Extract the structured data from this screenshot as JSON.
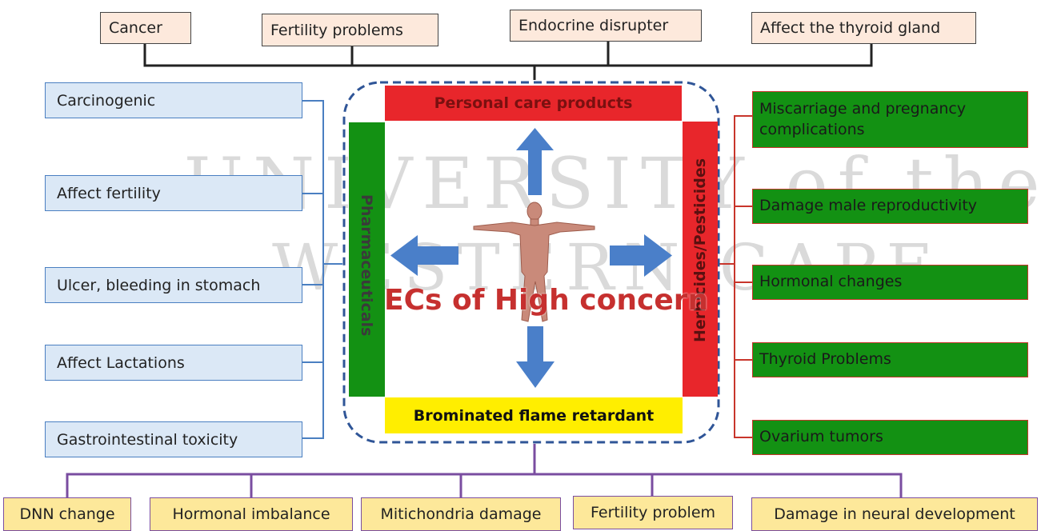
{
  "top_effects": [
    "Cancer",
    "Fertility problems",
    "Endocrine disrupter",
    "Affect the thyroid gland"
  ],
  "left_effects": [
    "Carcinogenic",
    "Affect fertility",
    "Ulcer, bleeding in stomach",
    "Affect Lactations",
    "Gastrointestinal toxicity"
  ],
  "right_effects": [
    "Miscarriage and pregnancy complications",
    "Damage male reproductivity",
    "Hormonal changes",
    "Thyroid Problems",
    "Ovarium tumors"
  ],
  "bottom_effects": [
    "DNN change",
    "Hormonal imbalance",
    "Mitichondria damage",
    "Fertility problem",
    "Damage in neural development"
  ],
  "center": {
    "title": "ECs of High concern",
    "top_category": "Personal care products",
    "left_category": "Pharmaceuticals",
    "right_category": "Herbicides/Pesticides",
    "bottom_category": "Brominated flame retardant"
  },
  "watermark": {
    "line1": "UNIVERSITY of the",
    "line2": "WESTERN CAPE"
  },
  "colors": {
    "top_box_fill": "#fde9dc",
    "left_box_fill": "#dbe8f6",
    "left_connector": "#4a7fc1",
    "right_box_fill": "#139113",
    "right_connector": "#c8352b",
    "bottom_box_fill": "#fde89a",
    "bottom_connector": "#7a4da0",
    "personal_care_bar": "#e8262b",
    "pharmaceuticals_bar": "#139113",
    "herbicides_bar": "#e8262b",
    "flame_retardant_bar": "#ffee00",
    "arrow": "#4a7fc9",
    "dashed_border": "#2f5597",
    "title": "#c6302f"
  }
}
